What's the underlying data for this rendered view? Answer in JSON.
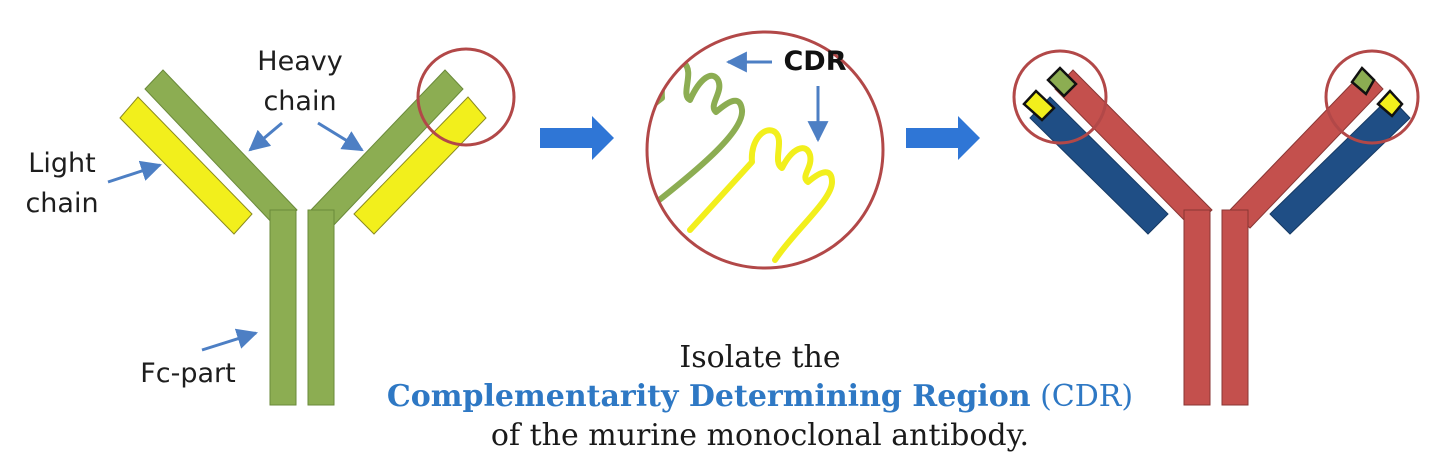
{
  "labels": {
    "heavy_chain_line1": "Heavy",
    "heavy_chain_line2": "chain",
    "light_chain_line1": "Light",
    "light_chain_line2": "chain",
    "fc_part": "Fc-part",
    "cdr": "CDR"
  },
  "caption": {
    "line1": "Isolate the",
    "line2_highlight": "Complementarity Determining Region",
    "line2_paren": "(CDR)",
    "line3": "of the murine monoclonal antibody."
  },
  "colors": {
    "heavy_chain_murine": "#8cad52",
    "light_chain_murine": "#f2ef1c",
    "heavy_chain_human": "#c4504d",
    "light_chain_human": "#1f4e85",
    "arrow": "#2f76d6",
    "circle": "#b24848",
    "pointer": "#4d7fc4"
  }
}
